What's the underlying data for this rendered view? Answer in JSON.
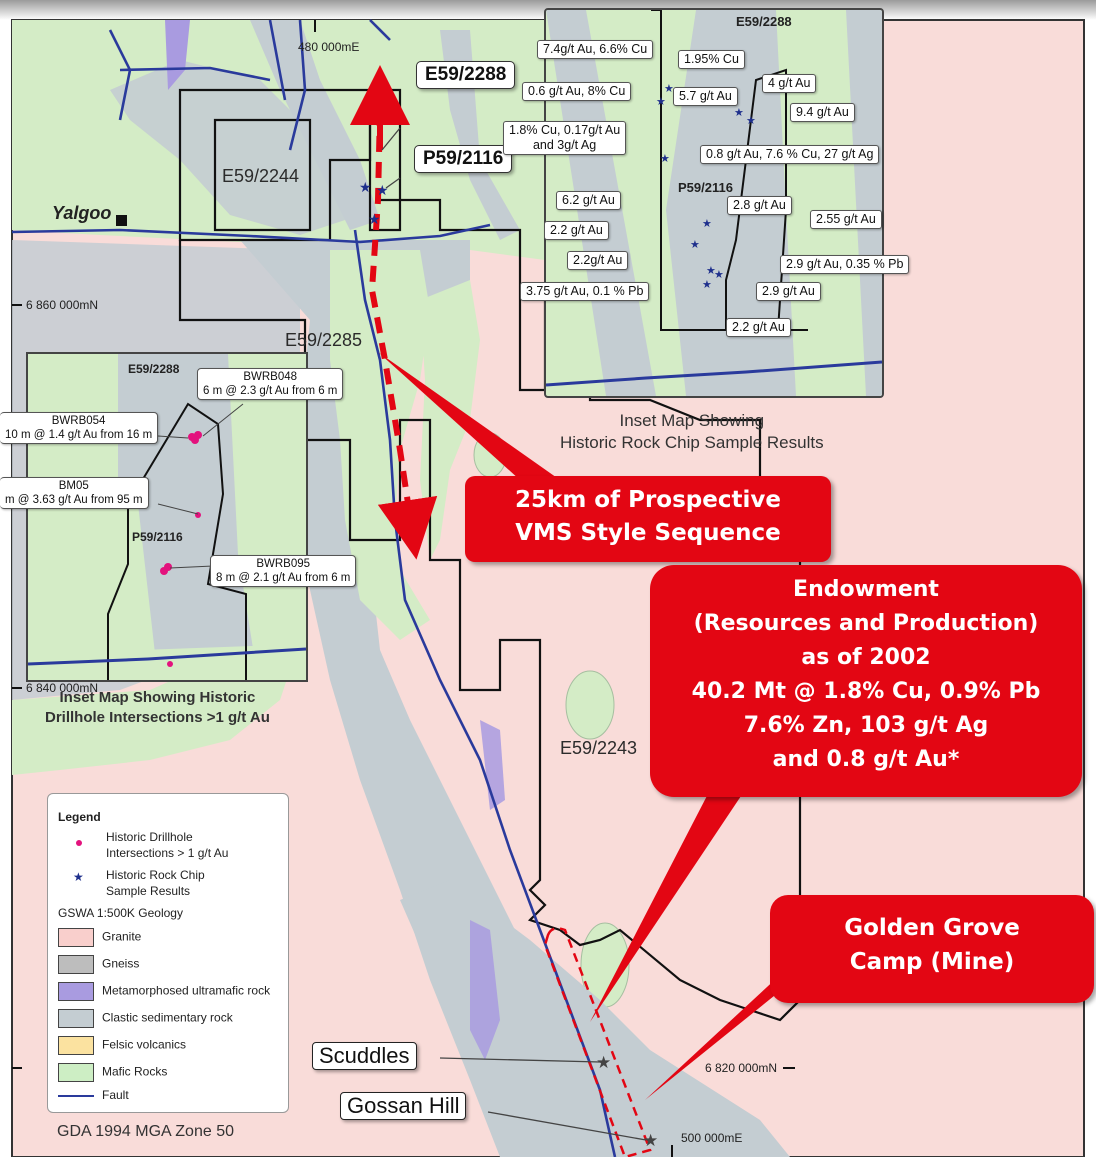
{
  "map": {
    "grid_labels": {
      "easting_top": "480 000mE",
      "easting_bottom": "500 000mE",
      "northing_6860": "6 860 000mN",
      "northing_6840": "6 840 000mN",
      "northing_6820": "6 820 000mN"
    },
    "place_town": "Yalgoo",
    "datum": "GDA 1994 MGA Zone 50",
    "tenements": {
      "e59_2244": "E59/2244",
      "e59_2285": "E59/2285",
      "e59_2243": "E59/2243"
    },
    "boxed_tenements": {
      "e59_2288": "E59/2288",
      "p59_2116": "P59/2116"
    },
    "deposits": {
      "scuddles": "Scuddles",
      "gossan_hill": "Gossan Hill"
    },
    "colors": {
      "granite": "#f9dcd9",
      "mafic": "#d4ecc6",
      "clastic": "#bcc7cd",
      "ultramafic": "#a99be0",
      "fault": "#2a3a9c",
      "callout_red": "#e30613"
    }
  },
  "inset_rock_chip": {
    "tenement_top": "E59/2288",
    "tenement_mid": "P59/2116",
    "caption_line1": "Inset Map Showing",
    "caption_line2": "Historic Rock Chip Sample Results",
    "samples": [
      "7.4g/t Au, 6.6% Cu",
      "1.95% Cu",
      "0.6 g/t Au,  8% Cu",
      "5.7 g/t Au",
      "4 g/t Au",
      "9.4 g/t Au",
      "1.8% Cu, 0.17g/t Au",
      "and 3g/t Ag",
      "0.8 g/t Au,  7.6 % Cu, 27 g/t Ag",
      "6.2 g/t Au",
      "2.8 g/t Au",
      "2.55 g/t Au",
      "2.2 g/t Au",
      "2.2g/t Au",
      "2.9 g/t Au, 0.35 % Pb",
      "3.75 g/t Au, 0.1 % Pb",
      "2.9 g/t Au",
      "2.2 g/t Au"
    ]
  },
  "inset_drillhole": {
    "tenement_top": "E59/2288",
    "tenement_mid": "P59/2116",
    "caption_line1": "Inset Map Showing Historic",
    "caption_line2": "Drillhole Intersections >1 g/t Au",
    "holes": [
      {
        "id": "BWRB048",
        "result": "6 m @ 2.3 g/t Au from 6 m"
      },
      {
        "id": "BWRB054",
        "result": "10 m @ 1.4 g/t Au from 16 m"
      },
      {
        "id": "BM05",
        "result": "m @ 3.63 g/t Au from 95 m"
      },
      {
        "id": "BWRB095",
        "result": "8 m @ 2.1 g/t Au from 6 m"
      }
    ]
  },
  "callouts": {
    "vms": [
      "25km of Prospective",
      "VMS Style Sequence"
    ],
    "endowment": [
      "Endowment",
      "(Resources and Production)",
      "as of 2002",
      "40.2 Mt @ 1.8% Cu, 0.9% Pb",
      "7.6% Zn, 103 g/t Ag",
      "and 0.8 g/t Au*"
    ],
    "golden_grove": [
      "Golden Grove",
      "Camp (Mine)"
    ]
  },
  "legend": {
    "title": "Legend",
    "drillhole_1": "Historic Drillhole",
    "drillhole_2": "Intersections  > 1 g/t Au",
    "rockchip_1": "Historic Rock Chip",
    "rockchip_2": "Sample Results",
    "geology_title": "GSWA 1:500K Geology",
    "units": [
      {
        "label": "Granite",
        "color": "#f9cfcc"
      },
      {
        "label": "Gneiss",
        "color": "#bdbdbd"
      },
      {
        "label": "Metamorphosed ultramafic rock",
        "color": "#a99be0"
      },
      {
        "label": "Clastic sedimentary rock",
        "color": "#c4cdd2"
      },
      {
        "label": "Felsic volcanics",
        "color": "#fbe2a0"
      },
      {
        "label": "Mafic Rocks",
        "color": "#cdeec4"
      }
    ],
    "fault": "Fault"
  }
}
